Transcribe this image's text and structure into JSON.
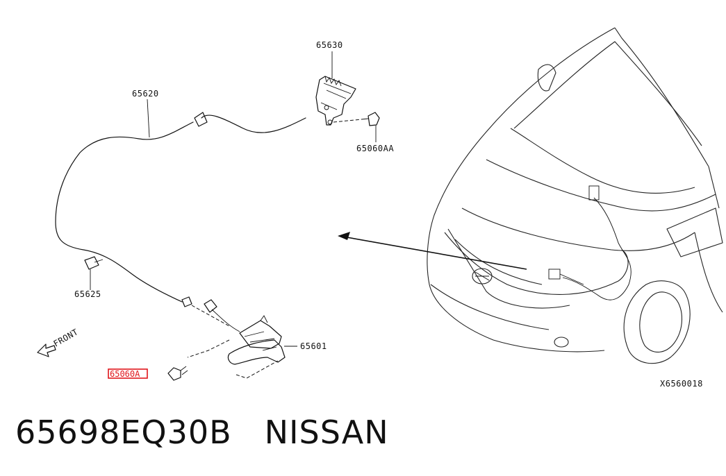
{
  "diagram": {
    "labels": {
      "hood_lock_control": "65630",
      "hood_lock_cable": "65620",
      "bolt_upper": "65060AA",
      "cable_clip": "65625",
      "hood_lock": "65601",
      "bolt_lower": "65060A",
      "front_indicator": "FRONT",
      "diagram_code": "X6560018"
    },
    "highlighted_part": "65060A",
    "highlight_color": "#e0151b"
  },
  "caption": {
    "part_number": "65698EQ30B",
    "brand": "NISSAN"
  }
}
